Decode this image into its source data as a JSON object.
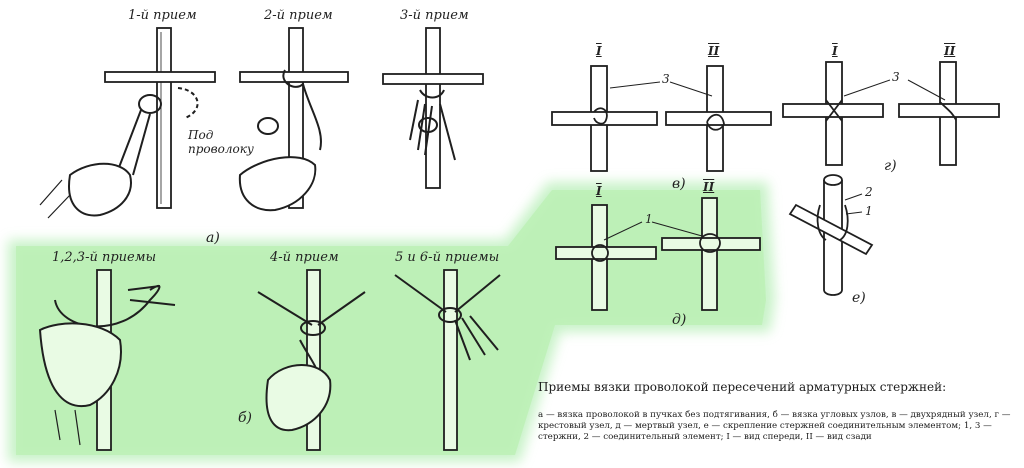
{
  "figure": {
    "row_a": {
      "steps": [
        "1-й прием",
        "2-й прием",
        "3-й прием"
      ],
      "annotation": "Под проволоку",
      "letter": "а)"
    },
    "row_b": {
      "steps": [
        "1,2,3-й приемы",
        "4-й прием",
        "5 и 6-й приемы"
      ],
      "letter": "б)"
    },
    "panel_v": {
      "views": [
        "I",
        "II"
      ],
      "callout": "3",
      "letter": "в)"
    },
    "panel_g": {
      "views": [
        "I",
        "II"
      ],
      "callout": "3",
      "letter": "г)"
    },
    "panel_d": {
      "views": [
        "I",
        "II"
      ],
      "callout": "1",
      "letter": "д)"
    },
    "panel_e": {
      "callouts": [
        "2",
        "1"
      ],
      "letter": "е)"
    },
    "highlight_color": "#9be89b"
  },
  "caption": {
    "title": "Приемы вязки проволокой пересечений арматурных стержней:",
    "text": "а — вязка проволокой в пучках без подтягивания, б — вязка угловых узлов, в — двухрядный узел, г — крестовый узел, д — мертвый узел, е — скрепление стержней соединительным элементом; 1, 3 — стержни, 2 — соединительный элемент; I — вид спереди, II — вид сзади"
  }
}
